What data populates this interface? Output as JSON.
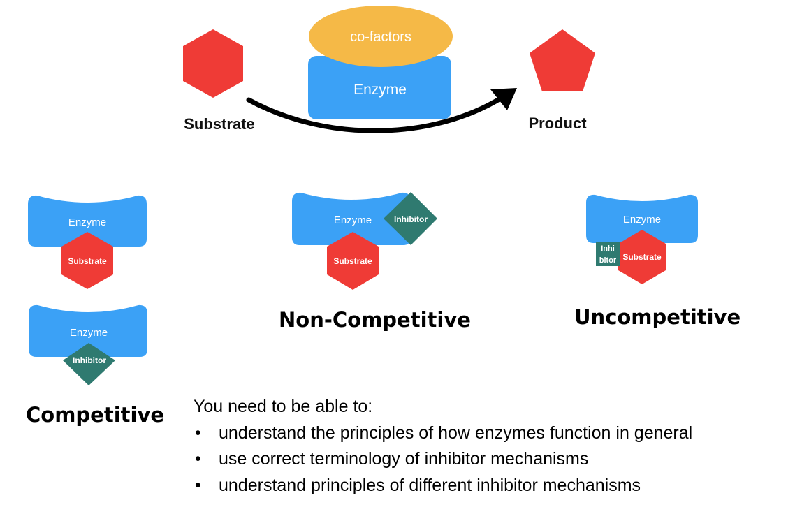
{
  "colors": {
    "enzyme": "#3ba1f6",
    "substrate": "#ef3b36",
    "product": "#ef3b36",
    "cofactor": "#f5b947",
    "inhibitor": "#2f7a70",
    "arrow": "#000000",
    "text_light": "#ffffff",
    "text_dark": "#111111"
  },
  "reaction": {
    "substrate_label": "Substrate",
    "product_label": "Product",
    "enzyme_label": "Enzyme",
    "cofactor_label": "co-factors"
  },
  "panels": {
    "competitive": {
      "title": "Competitive",
      "top": {
        "enzyme_label": "Enzyme",
        "substrate_label": "Substrate"
      },
      "bottom": {
        "enzyme_label": "Enzyme",
        "inhibitor_label": "Inhibitor"
      }
    },
    "non_competitive": {
      "title": "Non-Competitive",
      "enzyme_label": "Enzyme",
      "inhibitor_label": "Inhibitor",
      "substrate_label": "Substrate"
    },
    "uncompetitive": {
      "title": "Uncompetitive",
      "enzyme_label": "Enzyme",
      "inhibitor_label_line1": "Inhi",
      "inhibitor_label_line2": "bitor",
      "substrate_label": "Substrate"
    }
  },
  "objectives": {
    "heading": "You need to be able to:",
    "bullet_glyph": "•",
    "items": [
      "understand the principles of how enzymes function in general",
      "use correct terminology of inhibitor mechanisms",
      "understand principles of different inhibitor mechanisms"
    ]
  }
}
